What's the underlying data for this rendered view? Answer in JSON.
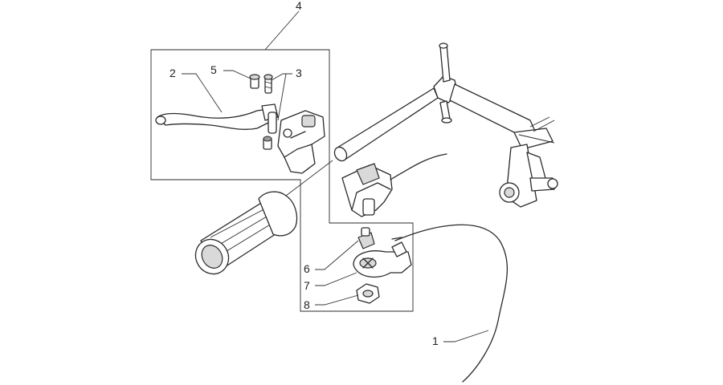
{
  "diagram": {
    "part_labels": {
      "p1": "1",
      "p2": "2",
      "p3": "3",
      "p4": "4",
      "p5": "5",
      "p6": "6",
      "p7": "7",
      "p8": "8"
    }
  }
}
